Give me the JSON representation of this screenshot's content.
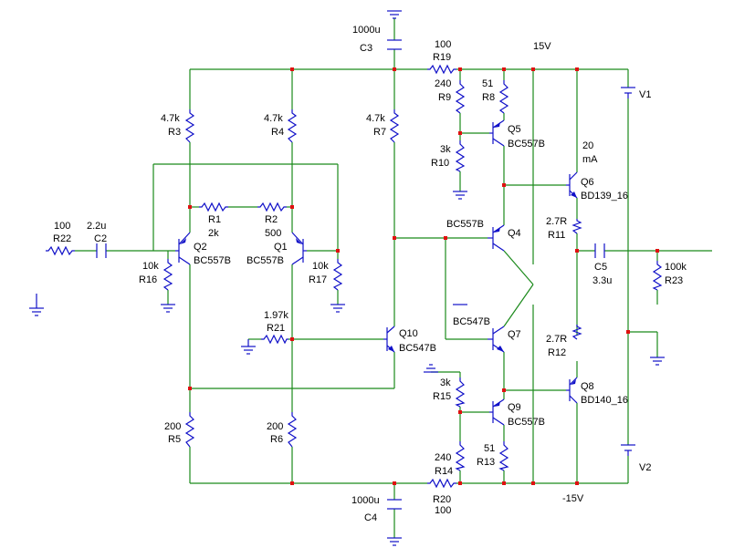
{
  "colors": {
    "wire": "#1b8a1b",
    "component": "#1010c8",
    "node": "#e01010",
    "text": "#000000"
  },
  "supply": {
    "positive": "15V",
    "negative": "-15V"
  },
  "components": {
    "R1": {
      "name": "R1",
      "value": "2k"
    },
    "R2": {
      "name": "R2",
      "value": "500"
    },
    "R3": {
      "name": "R3",
      "value": "4.7k"
    },
    "R4": {
      "name": "R4",
      "value": "4.7k"
    },
    "R5": {
      "name": "R5",
      "value": "200"
    },
    "R6": {
      "name": "R6",
      "value": "200"
    },
    "R7": {
      "name": "R7",
      "value": "4.7k"
    },
    "R8": {
      "name": "R8",
      "value": "51"
    },
    "R9": {
      "name": "R9",
      "value": "240"
    },
    "R10": {
      "name": "R10",
      "value": "3k"
    },
    "R11": {
      "name": "R11",
      "value": "2.7R"
    },
    "R12": {
      "name": "R12",
      "value": "2.7R"
    },
    "R13": {
      "name": "R13",
      "value": "51"
    },
    "R14": {
      "name": "R14",
      "value": "240"
    },
    "R15": {
      "name": "R15",
      "value": "3k"
    },
    "R16": {
      "name": "R16",
      "value": "10k"
    },
    "R17": {
      "name": "R17",
      "value": "10k"
    },
    "R19": {
      "name": "R19",
      "value": "100"
    },
    "R20": {
      "name": "R20",
      "value": "100"
    },
    "R21": {
      "name": "R21",
      "value": "1.97k"
    },
    "R22": {
      "name": "R22",
      "value": "100"
    },
    "R23": {
      "name": "R23",
      "value": "100k"
    },
    "C2": {
      "name": "C2",
      "value": "2.2u"
    },
    "C3": {
      "name": "C3",
      "value": "1000u"
    },
    "C4": {
      "name": "C4",
      "value": "1000u"
    },
    "C5": {
      "name": "C5",
      "value": "3.3u"
    },
    "Q1": {
      "name": "Q1",
      "model": "BC557B"
    },
    "Q2": {
      "name": "Q2",
      "model": "BC557B"
    },
    "Q4": {
      "name": "Q4",
      "model": "BC557B"
    },
    "Q5": {
      "name": "Q5",
      "model": "BC557B"
    },
    "Q6": {
      "name": "Q6",
      "model": "BD139_16"
    },
    "Q7": {
      "name": "Q7",
      "model": "BC547B"
    },
    "Q8": {
      "name": "Q8",
      "model": "BD140_16"
    },
    "Q9": {
      "name": "Q9",
      "model": "BC557B"
    },
    "Q10": {
      "name": "Q10",
      "model": "BC547B"
    },
    "V1": {
      "name": "V1"
    },
    "V2": {
      "name": "V2"
    }
  },
  "annotations": {
    "current_value": "20",
    "current_unit": "mA"
  }
}
